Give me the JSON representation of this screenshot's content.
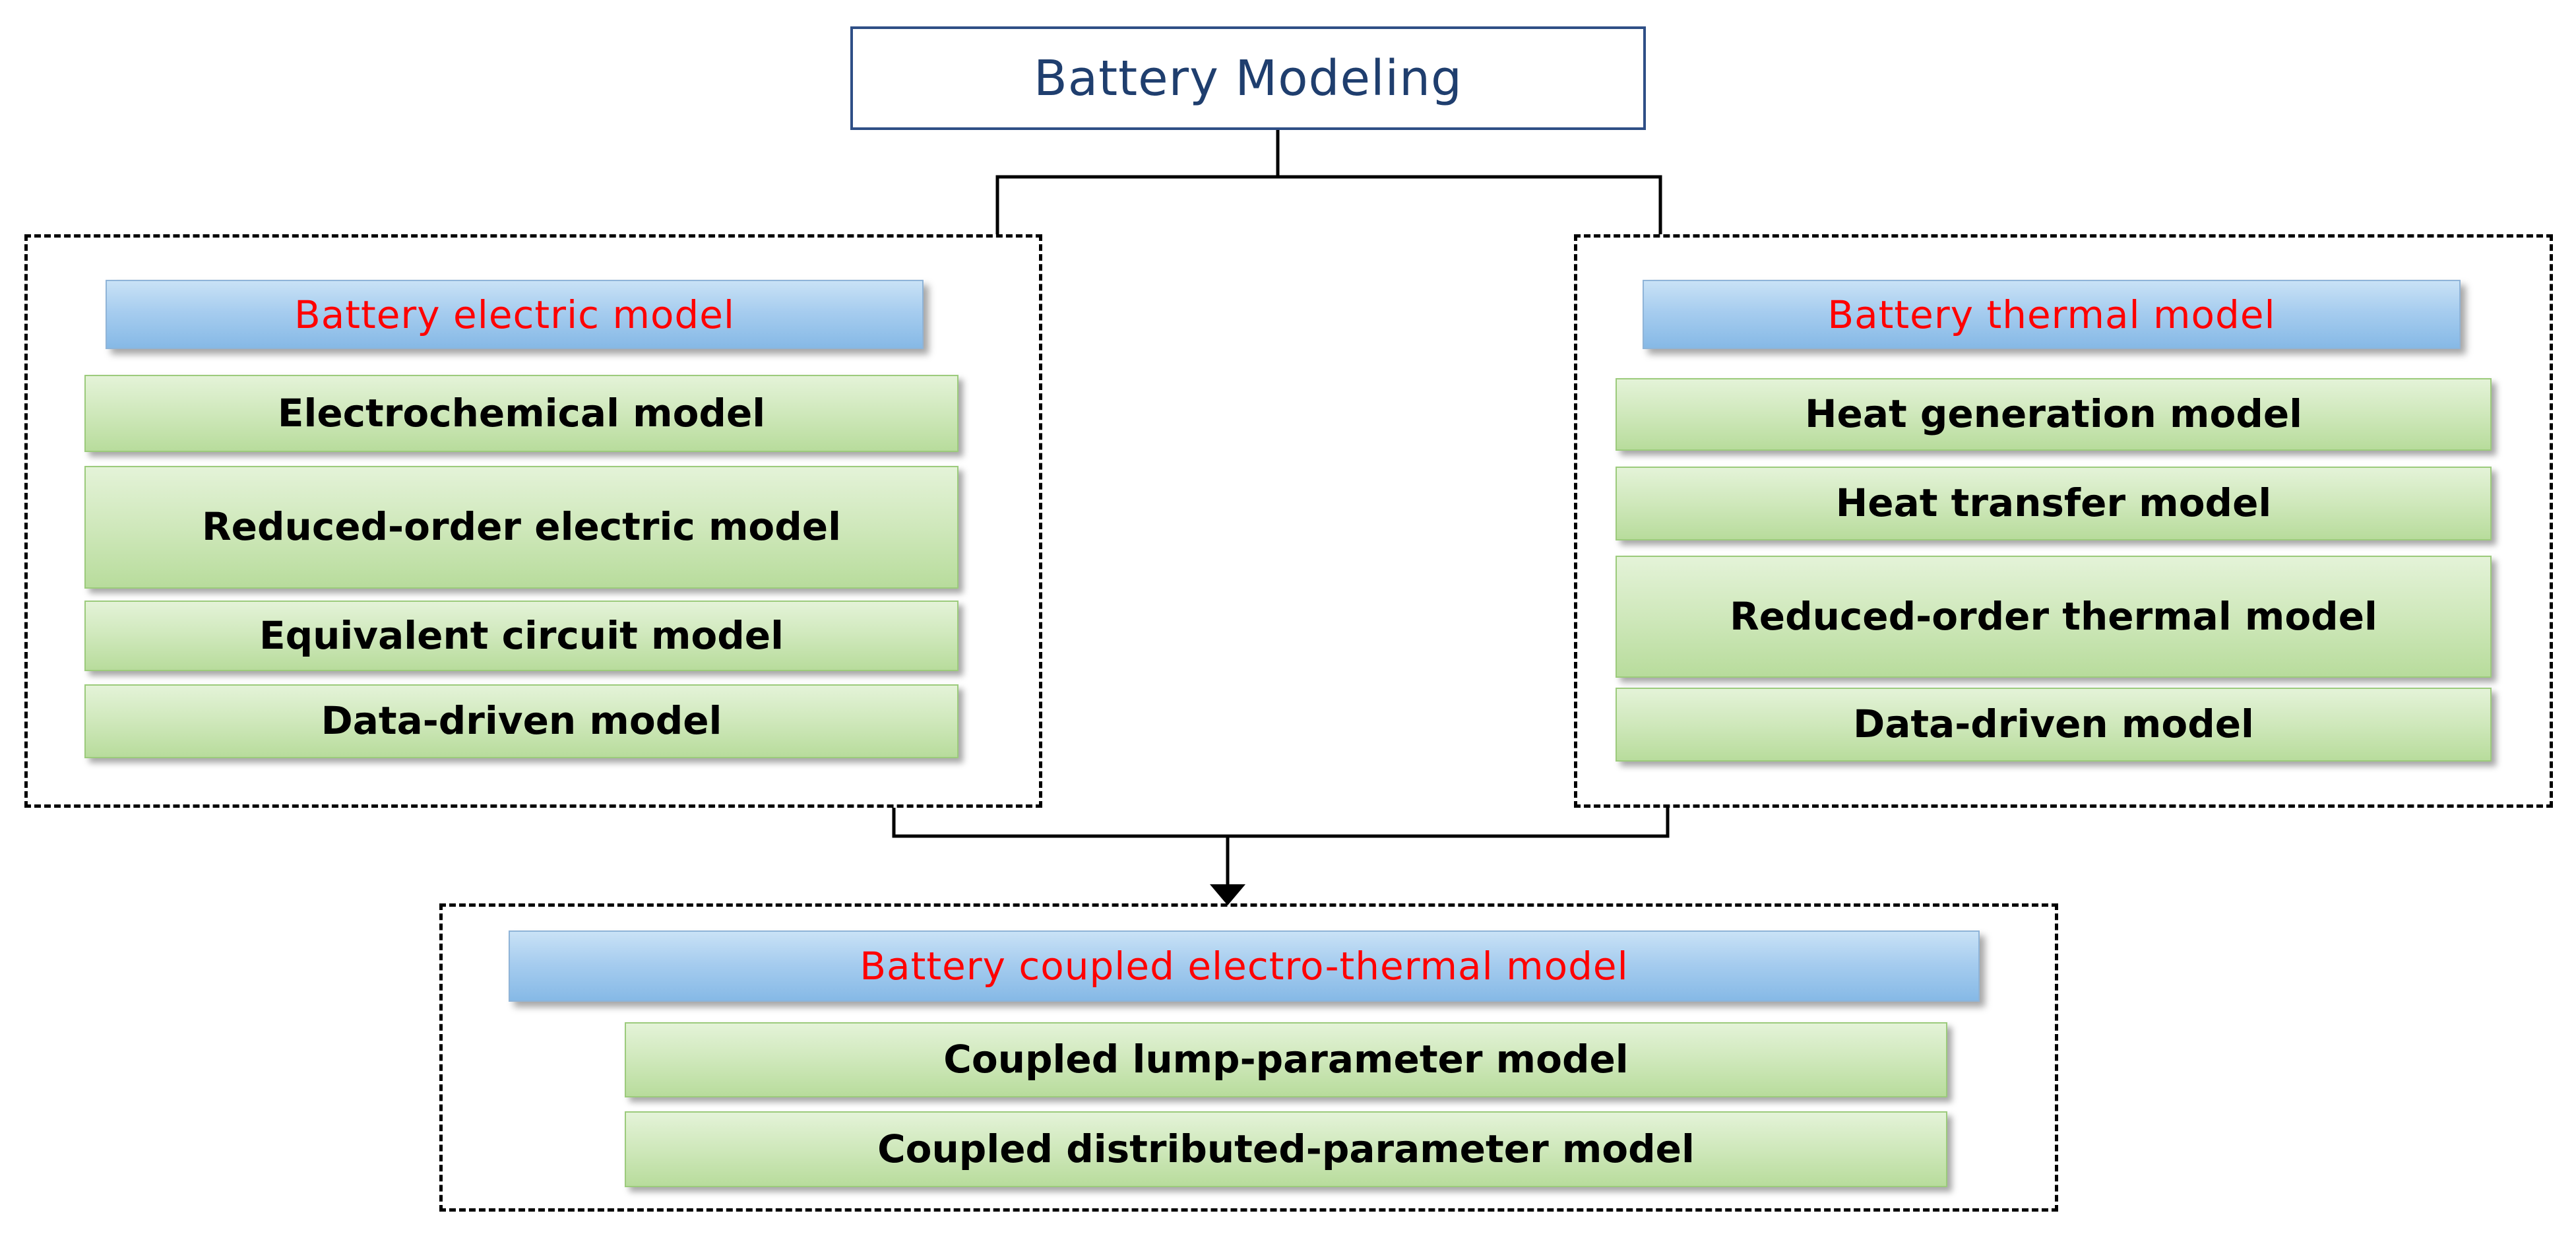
{
  "title": "Battery Modeling",
  "electric": {
    "header": "Battery electric model",
    "items": [
      "Electrochemical model",
      "Reduced-order electric model",
      "Equivalent circuit model",
      "Data-driven model"
    ]
  },
  "thermal": {
    "header": "Battery thermal model",
    "items": [
      "Heat generation model",
      "Heat transfer model",
      "Reduced-order thermal model",
      "Data-driven model"
    ]
  },
  "coupled": {
    "header": "Battery coupled electro-thermal model",
    "items": [
      "Coupled lump-parameter model",
      "Coupled distributed-parameter model"
    ]
  },
  "colors": {
    "header_text": "#ff0000",
    "title_text": "#1f3e6e",
    "header_fill": "#a7cdef",
    "item_fill": "#cfe8bb",
    "connector": "#000000"
  }
}
